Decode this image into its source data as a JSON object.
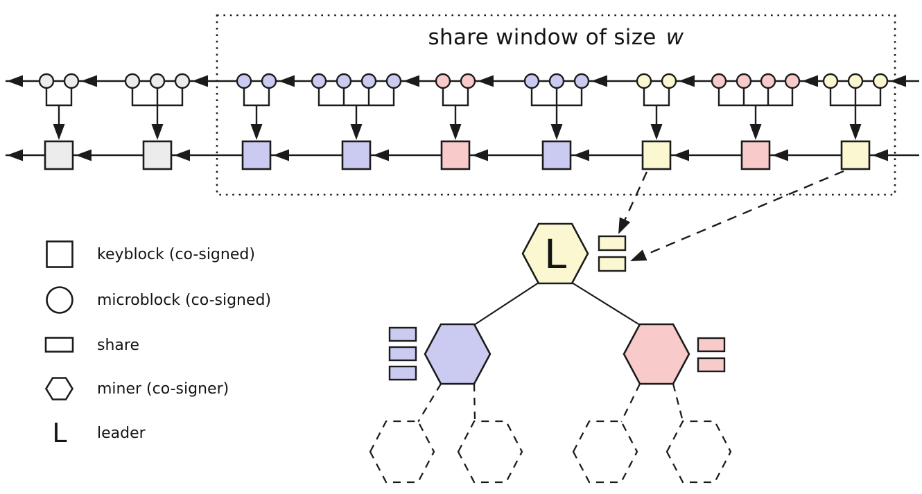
{
  "window": {
    "label_prefix": "share window of size ",
    "label_var": "w"
  },
  "colors": {
    "stroke": "#1b1b1b",
    "gray": "#ececec",
    "purple": "#cbcbf2",
    "pink": "#f8caca",
    "yellow": "#fbf7d0",
    "background": "#ffffff"
  },
  "chain": {
    "description": "two chains: top row microblocks (circles), bottom row keyblocks (squares), arrows point left; each co-signed microblock group commits to one keyblock",
    "groups": [
      {
        "color": "gray",
        "microblock_x": [
          67,
          103
        ]
      },
      {
        "color": "gray",
        "microblock_x": [
          191,
          227,
          263
        ]
      },
      {
        "color": "purple",
        "microblock_x": [
          352,
          388
        ]
      },
      {
        "color": "purple",
        "microblock_x": [
          460,
          496,
          532,
          568
        ]
      },
      {
        "color": "pink",
        "microblock_x": [
          639,
          675
        ]
      },
      {
        "color": "purple",
        "microblock_x": [
          767,
          803,
          839
        ]
      },
      {
        "color": "yellow",
        "microblock_x": [
          929,
          965
        ]
      },
      {
        "color": "pink",
        "microblock_x": [
          1037,
          1073,
          1108,
          1143
        ]
      },
      {
        "color": "yellow",
        "microblock_x": [
          1198,
          1234,
          1270
        ]
      }
    ]
  },
  "tree": {
    "leader": {
      "label": "L",
      "color": "yellow",
      "shares": 2
    },
    "children": [
      {
        "color": "purple",
        "shares": 3,
        "shares_side": "left"
      },
      {
        "color": "pink",
        "shares": 2,
        "shares_side": "right"
      }
    ],
    "placeholder_miners": 4
  },
  "legend": {
    "items": [
      {
        "icon": "keyblock-icon",
        "label": "keyblock (co-signed)"
      },
      {
        "icon": "microblock-icon",
        "label": "microblock (co-signed)"
      },
      {
        "icon": "share-icon",
        "label": "share"
      },
      {
        "icon": "miner-icon",
        "label": "miner (co-signer)"
      },
      {
        "icon": "leader-icon",
        "symbol": "L",
        "label": "leader"
      }
    ]
  }
}
